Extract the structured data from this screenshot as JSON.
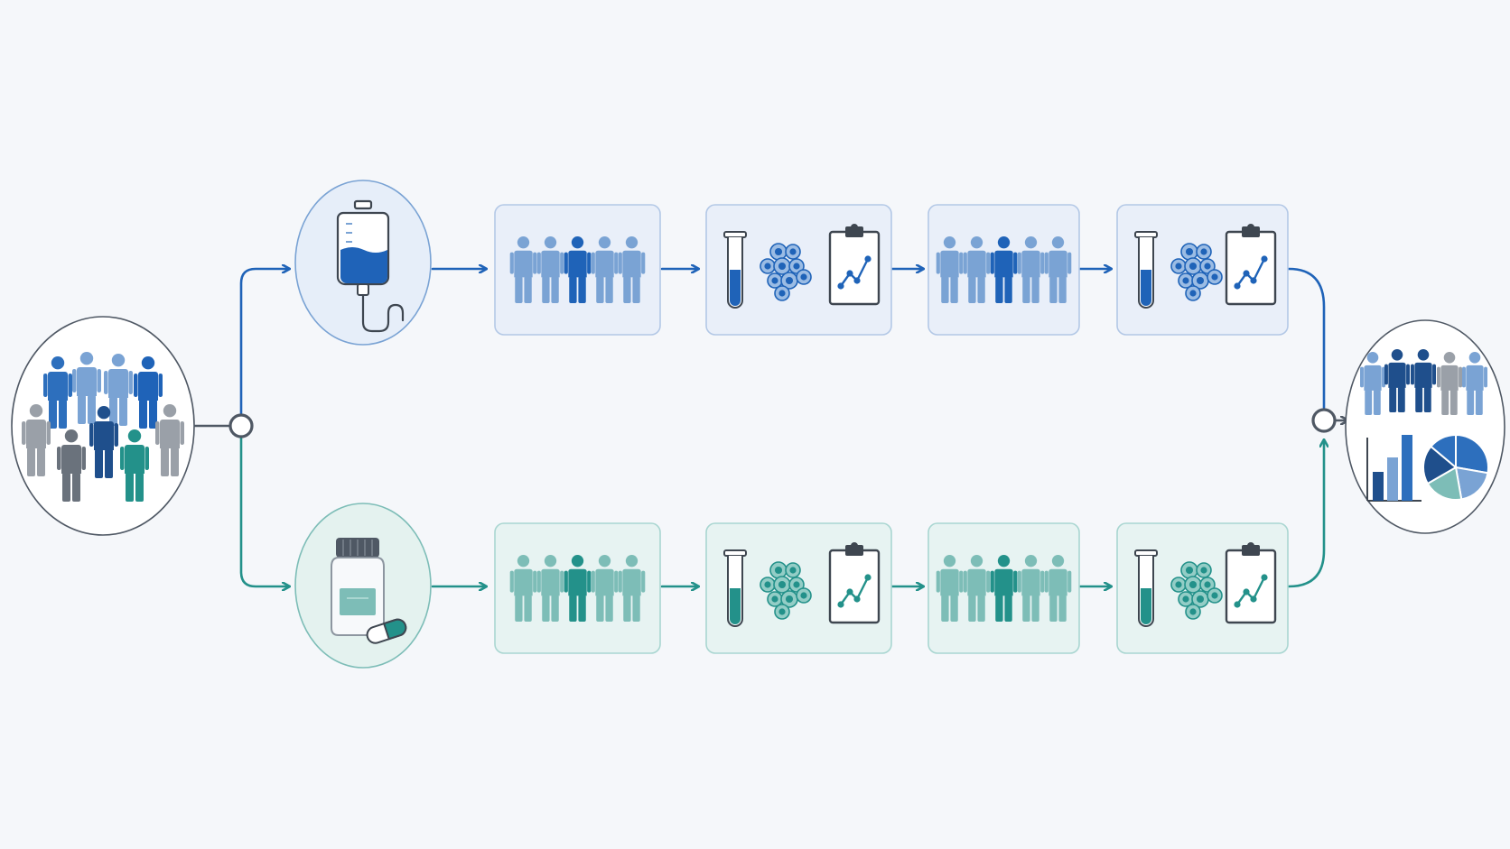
{
  "colors": {
    "background": "#f5f7fa",
    "iv_arm": "#1f63b8",
    "iv_arm_light": "#7aa3d4",
    "iv_box_fill": "#e9eff9",
    "iv_box_stroke": "#b3c8e6",
    "oral_arm": "#23918a",
    "oral_arm_light": "#7dbdb7",
    "oral_box_fill": "#e7f3f2",
    "oral_box_stroke": "#a9d6d1",
    "neutral": "#4f5864",
    "neutral_light": "#9aa0a8",
    "outline": "#3e4650"
  },
  "diagram": {
    "type": "clinical-trial-flow",
    "start": {
      "icon": "population-group-icon",
      "label": ""
    },
    "randomization": {
      "icon": "randomization-node-icon",
      "label": ""
    },
    "merge": {
      "icon": "merge-node-icon",
      "label": ""
    },
    "end": {
      "icon": "results-analysis-icon",
      "label": ""
    },
    "arms": [
      {
        "id": "iv",
        "treatment_icon": "iv-bag-icon",
        "steps": [
          {
            "kind": "cohort",
            "icon": "patient-cohort-icon"
          },
          {
            "kind": "assessment",
            "icons": [
              "test-tube-icon",
              "cells-icon",
              "clipboard-chart-icon"
            ]
          },
          {
            "kind": "cohort",
            "icon": "patient-cohort-icon"
          },
          {
            "kind": "assessment",
            "icons": [
              "test-tube-icon",
              "cells-icon",
              "clipboard-chart-icon"
            ]
          }
        ]
      },
      {
        "id": "oral",
        "treatment_icon": "pill-bottle-icon",
        "steps": [
          {
            "kind": "cohort",
            "icon": "patient-cohort-icon"
          },
          {
            "kind": "assessment",
            "icons": [
              "test-tube-icon",
              "cells-icon",
              "clipboard-chart-icon"
            ]
          },
          {
            "kind": "cohort",
            "icon": "patient-cohort-icon"
          },
          {
            "kind": "assessment",
            "icons": [
              "test-tube-icon",
              "cells-icon",
              "clipboard-chart-icon"
            ]
          }
        ]
      }
    ]
  }
}
